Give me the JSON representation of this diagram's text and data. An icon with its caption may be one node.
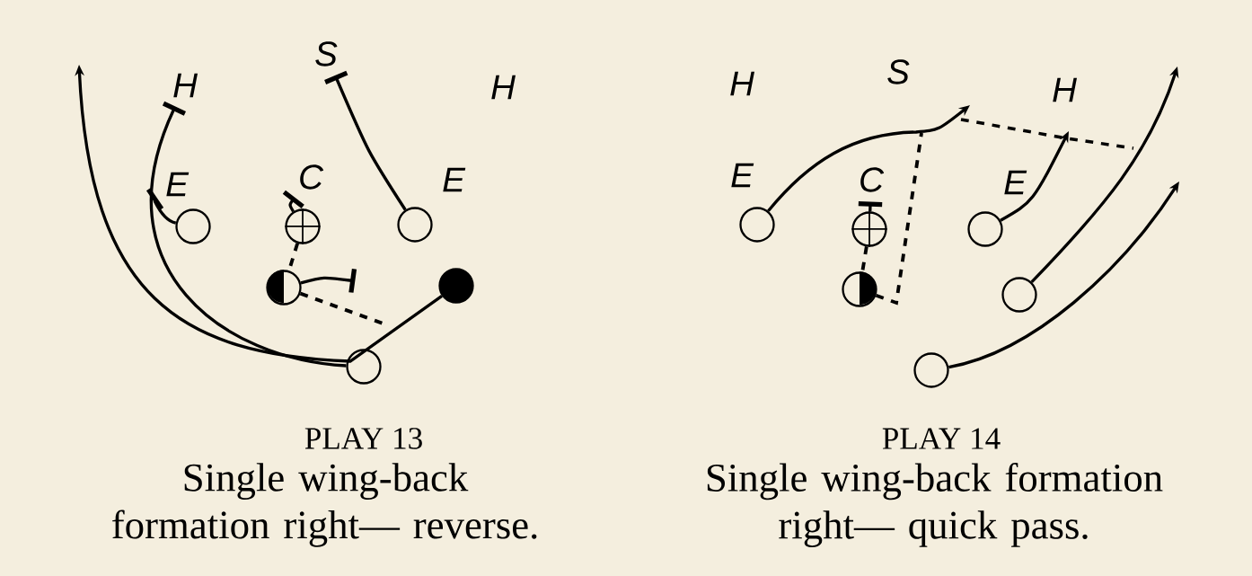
{
  "diagram": {
    "nodes": [
      {
        "text": [
          "S"
        ]
      },
      {
        "text": [
          "H"
        ]
      },
      {
        "text": [
          "H"
        ]
      },
      {
        "text": [
          "E"
        ]
      },
      {
        "text": [
          "C"
        ]
      },
      {
        "text": [
          "E"
        ]
      },
      {
        "text": [],
        "shape": "circle"
      },
      {
        "text": [],
        "shape": "circle"
      },
      {
        "text": [],
        "shape": "circle"
      },
      {
        "text": [],
        "shape": "circle"
      },
      {
        "text": [],
        "shape": "circle"
      },
      {
        "text": [],
        "shape": "circle"
      },
      {
        "text": [
          "H"
        ]
      },
      {
        "text": [
          "S"
        ]
      },
      {
        "text": [
          "H"
        ]
      },
      {
        "text": [
          "E"
        ]
      },
      {
        "text": [
          "C"
        ]
      },
      {
        "text": [
          "E"
        ]
      },
      {
        "text": [],
        "shape": "circle"
      },
      {
        "text": [],
        "shape": "circle"
      },
      {
        "text": [],
        "shape": "circle"
      },
      {
        "text": [],
        "shape": "circle"
      },
      {
        "text": [],
        "shape": "circle"
      },
      {
        "text": [],
        "shape": "circle"
      }
    ],
    "edges": [
      {
        "from": 10,
        "to": null,
        "arrow": "to"
      },
      {
        "from": 11,
        "to": 1,
        "arrow": "other"
      },
      {
        "from": 7,
        "to": 9,
        "arrow": "none",
        "style": "dashed"
      },
      {
        "from": 9,
        "to": null,
        "arrow": "none",
        "style": "dashed"
      },
      {
        "from": 9,
        "to": null,
        "arrow": "other"
      },
      {
        "from": 8,
        "to": 0,
        "arrow": "other"
      },
      {
        "from": 6,
        "to": 3,
        "arrow": "other"
      },
      {
        "from": 7,
        "to": 4,
        "arrow": "other"
      },
      {
        "from": 18,
        "to": null,
        "arrow": "to"
      },
      {
        "from": 19,
        "to": 21,
        "arrow": "none",
        "style": "dashed"
      },
      {
        "from": 19,
        "to": 16,
        "arrow": "other"
      },
      {
        "from": 21,
        "to": null,
        "arrow": "none",
        "style": "dashed"
      },
      {
        "from": 20,
        "to": null,
        "arrow": "to"
      },
      {
        "from": 22,
        "to": null,
        "arrow": "to"
      },
      {
        "from": 23,
        "to": null,
        "arrow": "to"
      }
    ],
    "labels": [
      "PLAY 13",
      "Single wing-back formation right— reverse.",
      "PLAY 14",
      "Single wing-back formation right— quick pass."
    ]
  }
}
